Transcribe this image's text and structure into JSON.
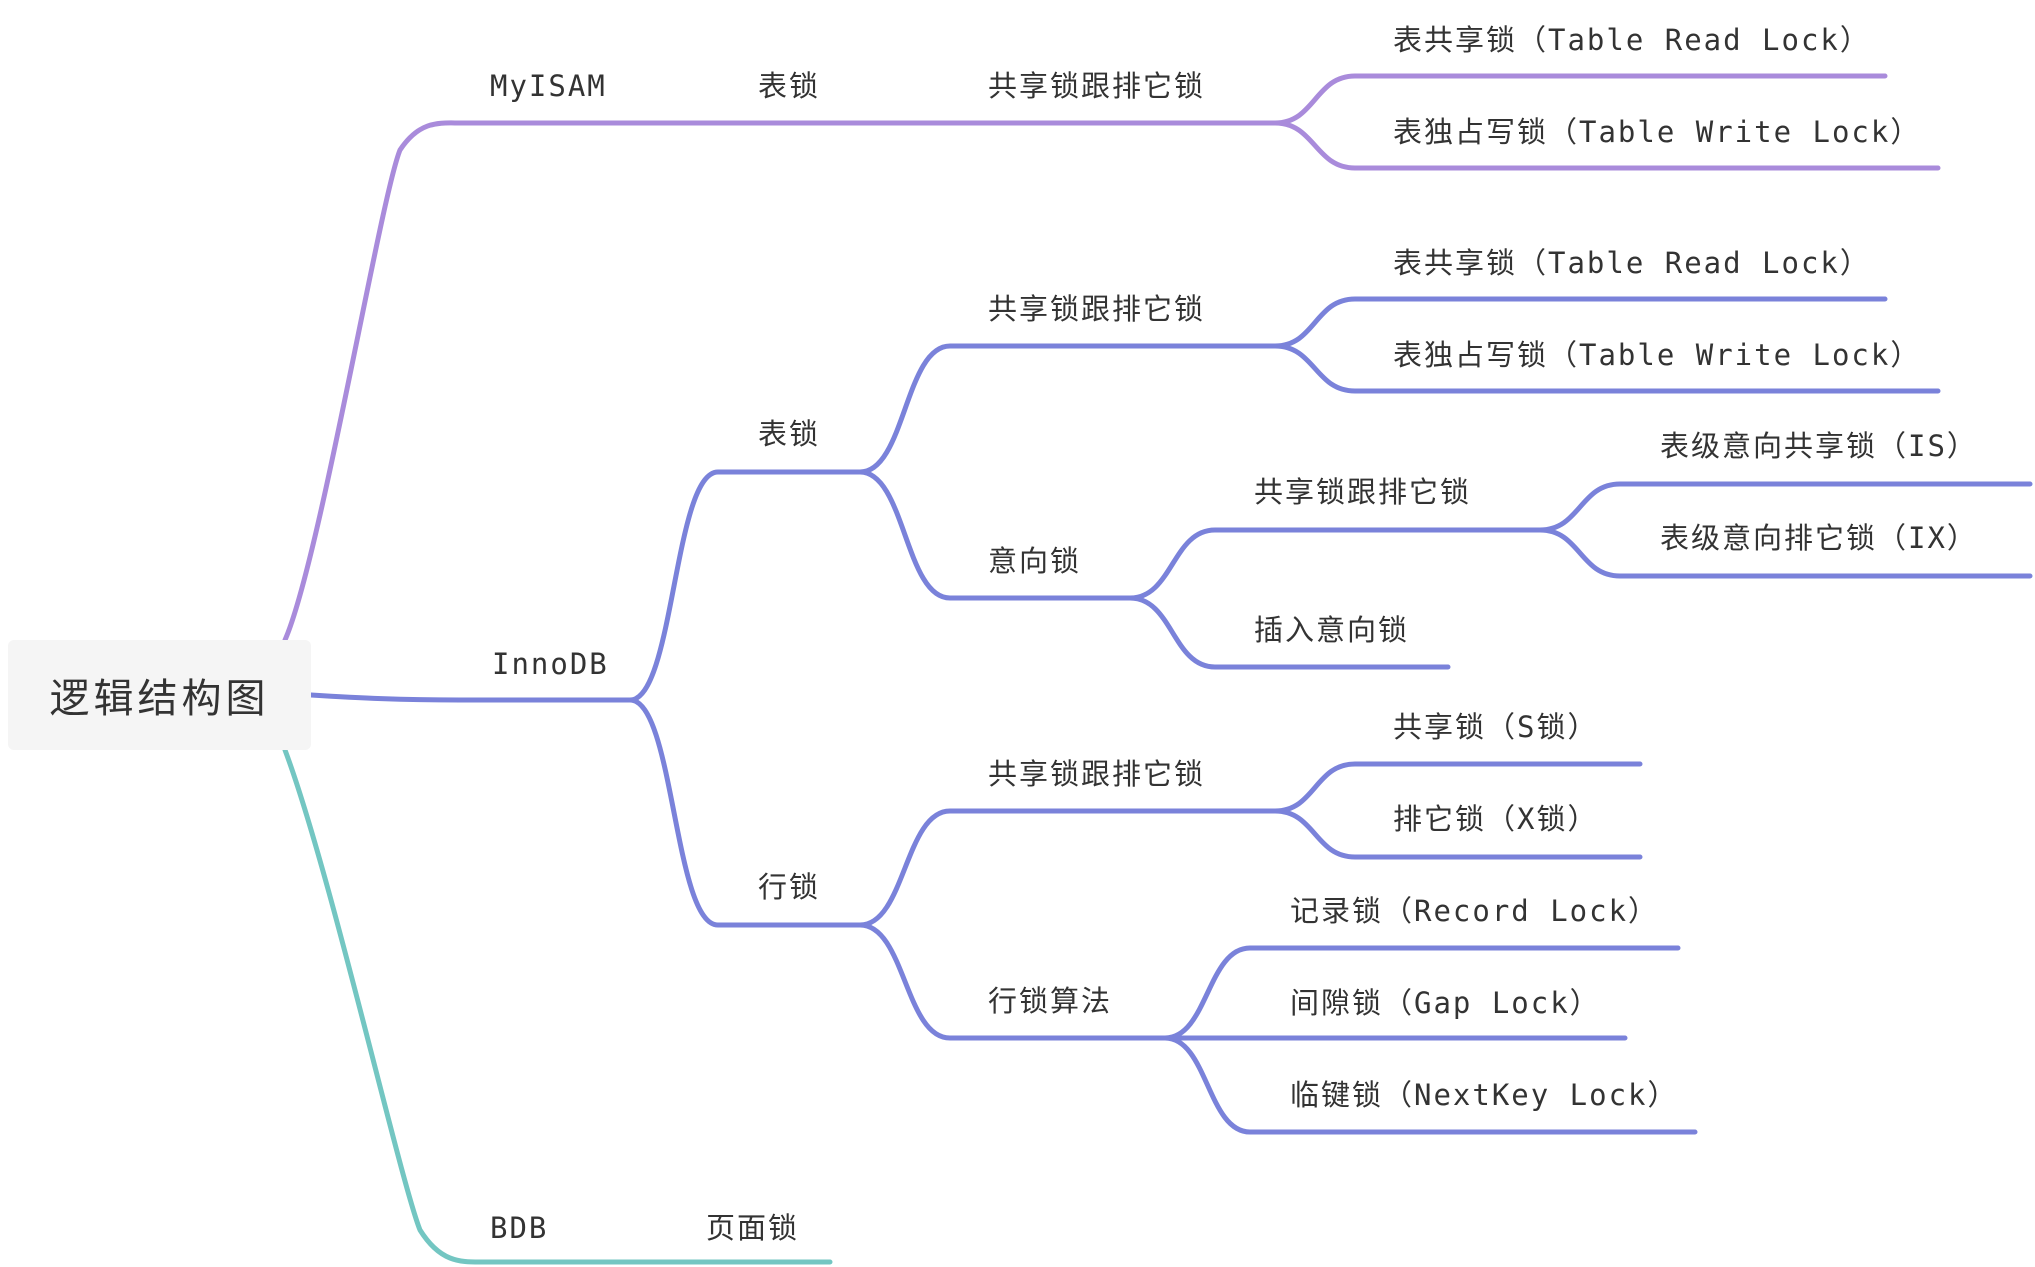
{
  "colors": {
    "purple": "#a98bdb",
    "blue": "#7a82da",
    "teal": "#73c6c2",
    "text": "#333333",
    "root_bg": "#f5f5f5"
  },
  "root": {
    "label": "逻辑结构图"
  },
  "branches": {
    "myisam": {
      "label": "MyISAM",
      "table_lock": "表锁",
      "shared_exclusive": "共享锁跟排它锁",
      "table_read_lock": "表共享锁（Table Read Lock）",
      "table_write_lock": "表独占写锁（Table Write Lock）"
    },
    "innodb": {
      "label": "InnoDB",
      "table_lock": {
        "label": "表锁",
        "shared_exclusive": "共享锁跟排它锁",
        "table_read_lock": "表共享锁（Table Read Lock）",
        "table_write_lock": "表独占写锁（Table Write Lock）",
        "intention_lock": {
          "label": "意向锁",
          "shared_exclusive": "共享锁跟排它锁",
          "is": "表级意向共享锁（IS）",
          "ix": "表级意向排它锁（IX）",
          "insert_intention": "插入意向锁"
        }
      },
      "row_lock": {
        "label": "行锁",
        "shared_exclusive": "共享锁跟排它锁",
        "s_lock": "共享锁（S锁）",
        "x_lock": "排它锁（X锁）",
        "algorithms": {
          "label": "行锁算法",
          "record": "记录锁（Record Lock）",
          "gap": "间隙锁（Gap Lock）",
          "next_key": "临键锁（NextKey Lock）"
        }
      }
    },
    "bdb": {
      "label": "BDB",
      "page_lock": "页面锁"
    }
  }
}
